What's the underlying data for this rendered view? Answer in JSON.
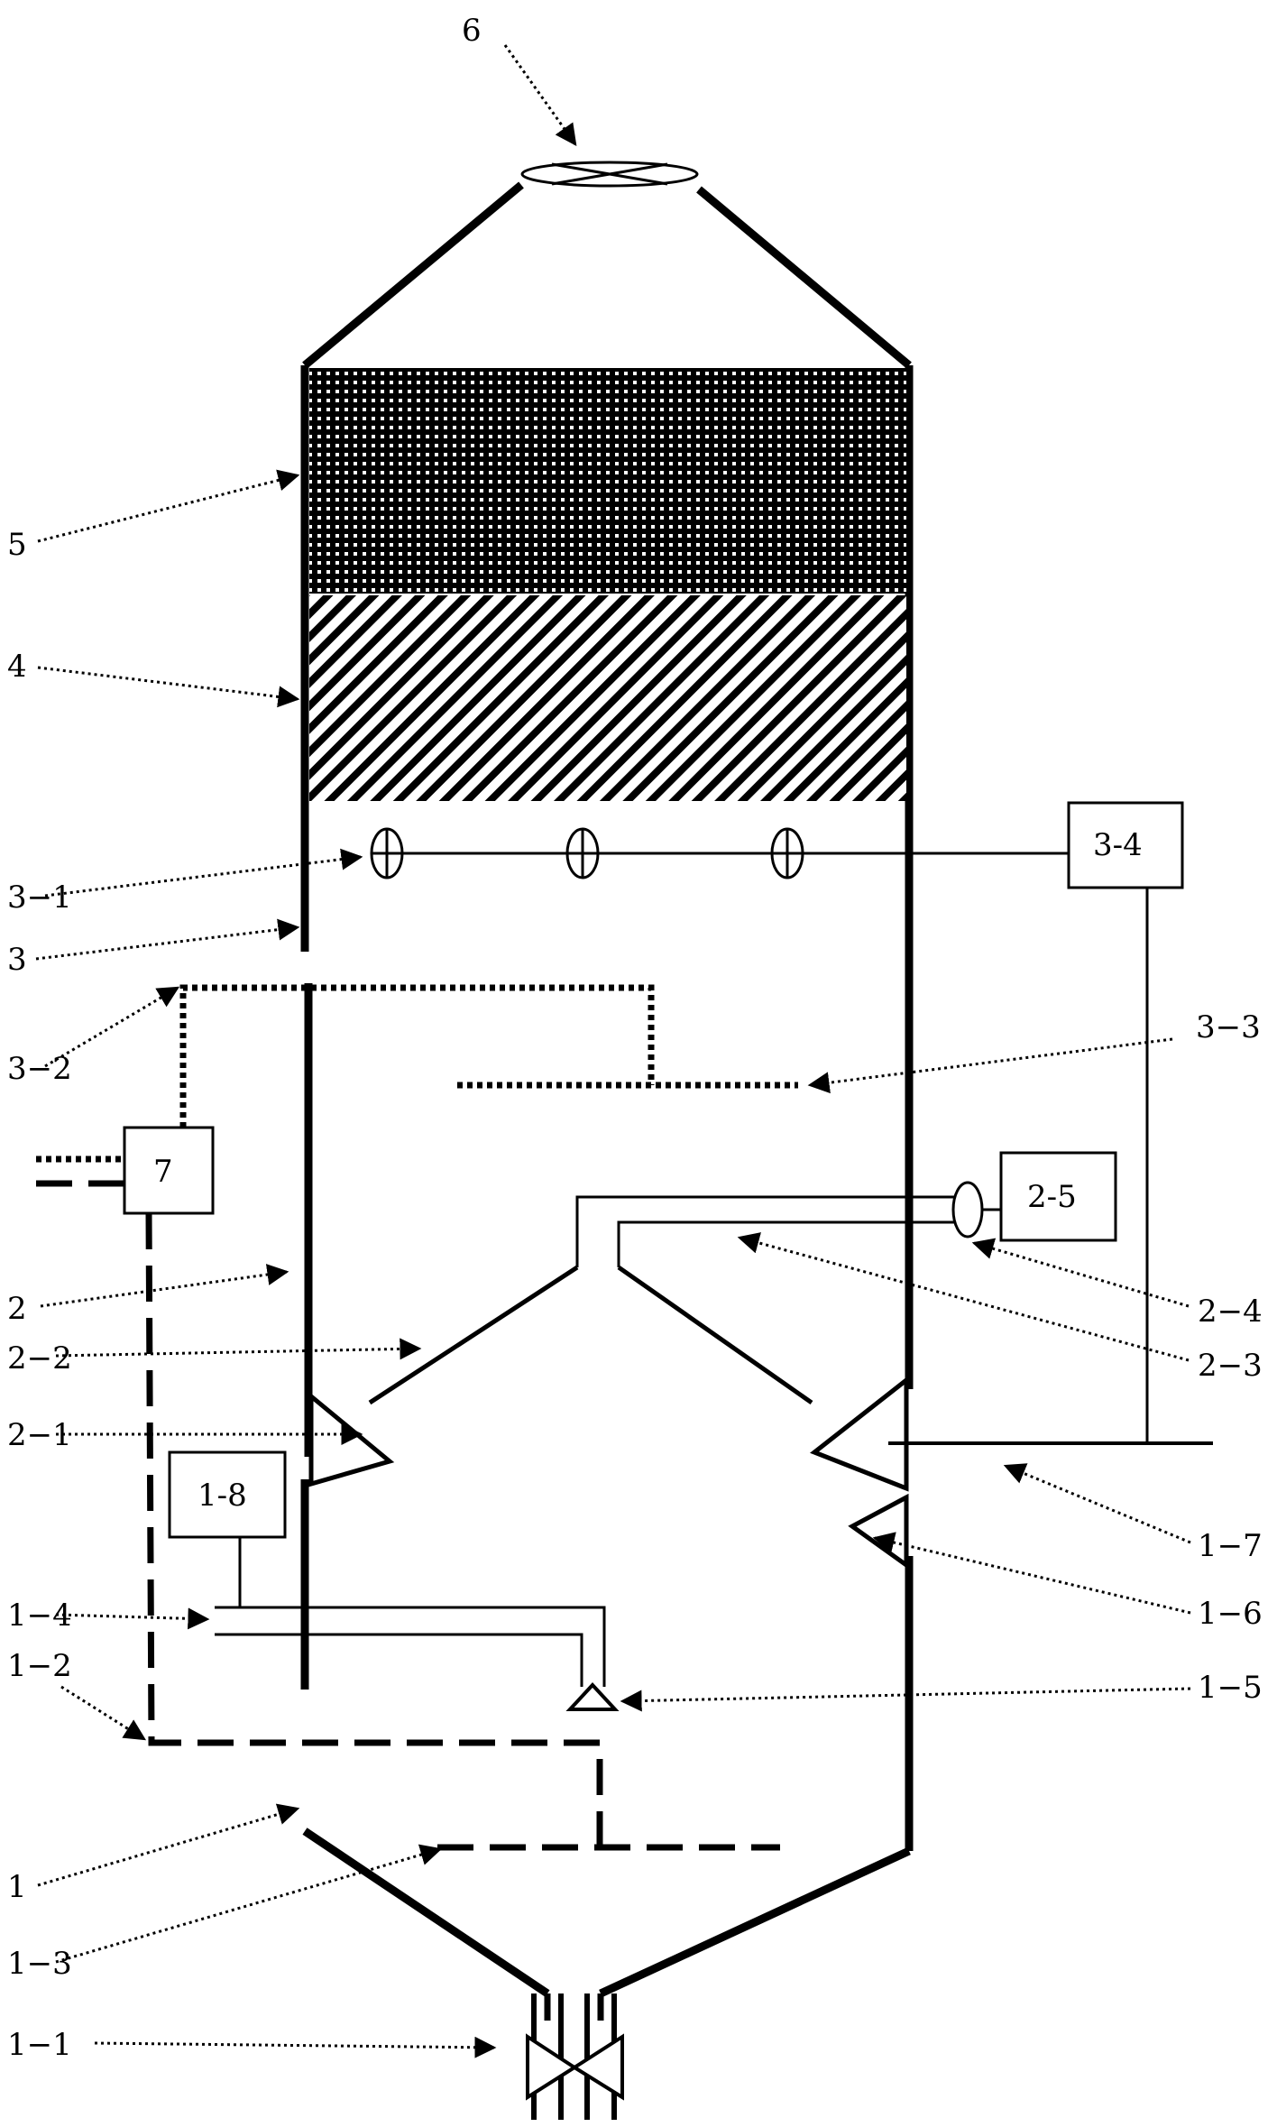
{
  "colors": {
    "line": "#000000",
    "background": "#ffffff"
  },
  "labels": {
    "l6": "6",
    "l5": "5",
    "l4": "4",
    "l3_1": "3−1",
    "l3": "3",
    "l3_2": "3−2",
    "l3_3": "3−3",
    "l2": "2",
    "l2_2": "2−2",
    "l2_1": "2−1",
    "l2_4": "2−4",
    "l2_3": "2−3",
    "l1_7": "1−7",
    "l1_6": "1−6",
    "l1_5": "1−5",
    "l1_4": "1−4",
    "l1_2": "1−2",
    "l1": "1",
    "l1_3": "1−3",
    "l1_1": "1−1"
  },
  "boxes": {
    "b3_4": "3-4",
    "b7": "7",
    "b2_5": "2-5",
    "b1_8": "1-8"
  },
  "icons": {
    "top_vent": "vent-fan-icon",
    "valve": "butterfly-valve-icon",
    "aerators": "crossed-circle-icon"
  }
}
